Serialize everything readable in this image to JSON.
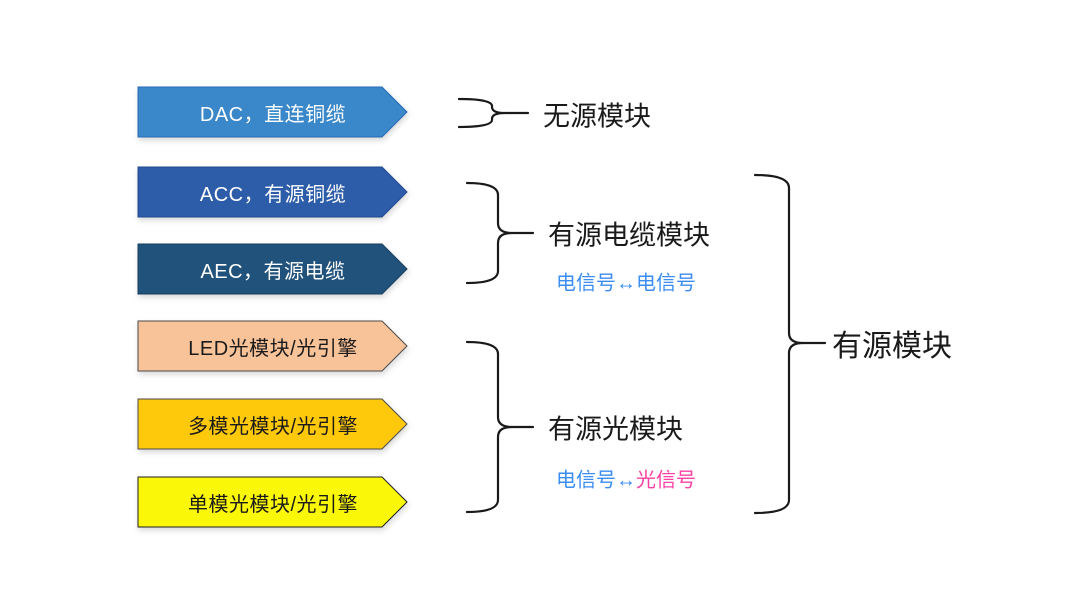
{
  "arrows": [
    {
      "label": "DAC，直连铜缆",
      "fill": "#3a87c9",
      "stroke": "#2a6cb5",
      "text_color": "#ffffff"
    },
    {
      "label": "ACC，有源铜缆",
      "fill": "#2d5da9",
      "stroke": "#22498e",
      "text_color": "#ffffff"
    },
    {
      "label": "AEC，有源电缆",
      "fill": "#20527b",
      "stroke": "#173f60",
      "text_color": "#ffffff"
    },
    {
      "label": "LED光模块/光引擎",
      "fill": "#f9c399",
      "stroke": "#4a4a4a",
      "text_color": "#1a1a1a"
    },
    {
      "label": "多模光模块/光引擎",
      "fill": "#ffc90b",
      "stroke": "#4a4a4a",
      "text_color": "#1a1a1a"
    },
    {
      "label": "单模光模块/光引擎",
      "fill": "#fbf708",
      "stroke": "#1f1f1f",
      "text_color": "#1a1a1a"
    }
  ],
  "groups": {
    "passive": {
      "label": "无源模块"
    },
    "active_cable": {
      "label": "有源电缆模块",
      "signal_left": "电信号↔",
      "signal_right": "电信号"
    },
    "active_optical": {
      "label": "有源光模块",
      "signal_left": "电信号↔",
      "signal_right": "光信号"
    }
  },
  "root": {
    "label": "有源模块"
  },
  "colors": {
    "background": "#ffffff",
    "brace": "#1a1a1a",
    "signal_blue": "#3b8df2",
    "signal_magenta": "#fb42a4"
  }
}
